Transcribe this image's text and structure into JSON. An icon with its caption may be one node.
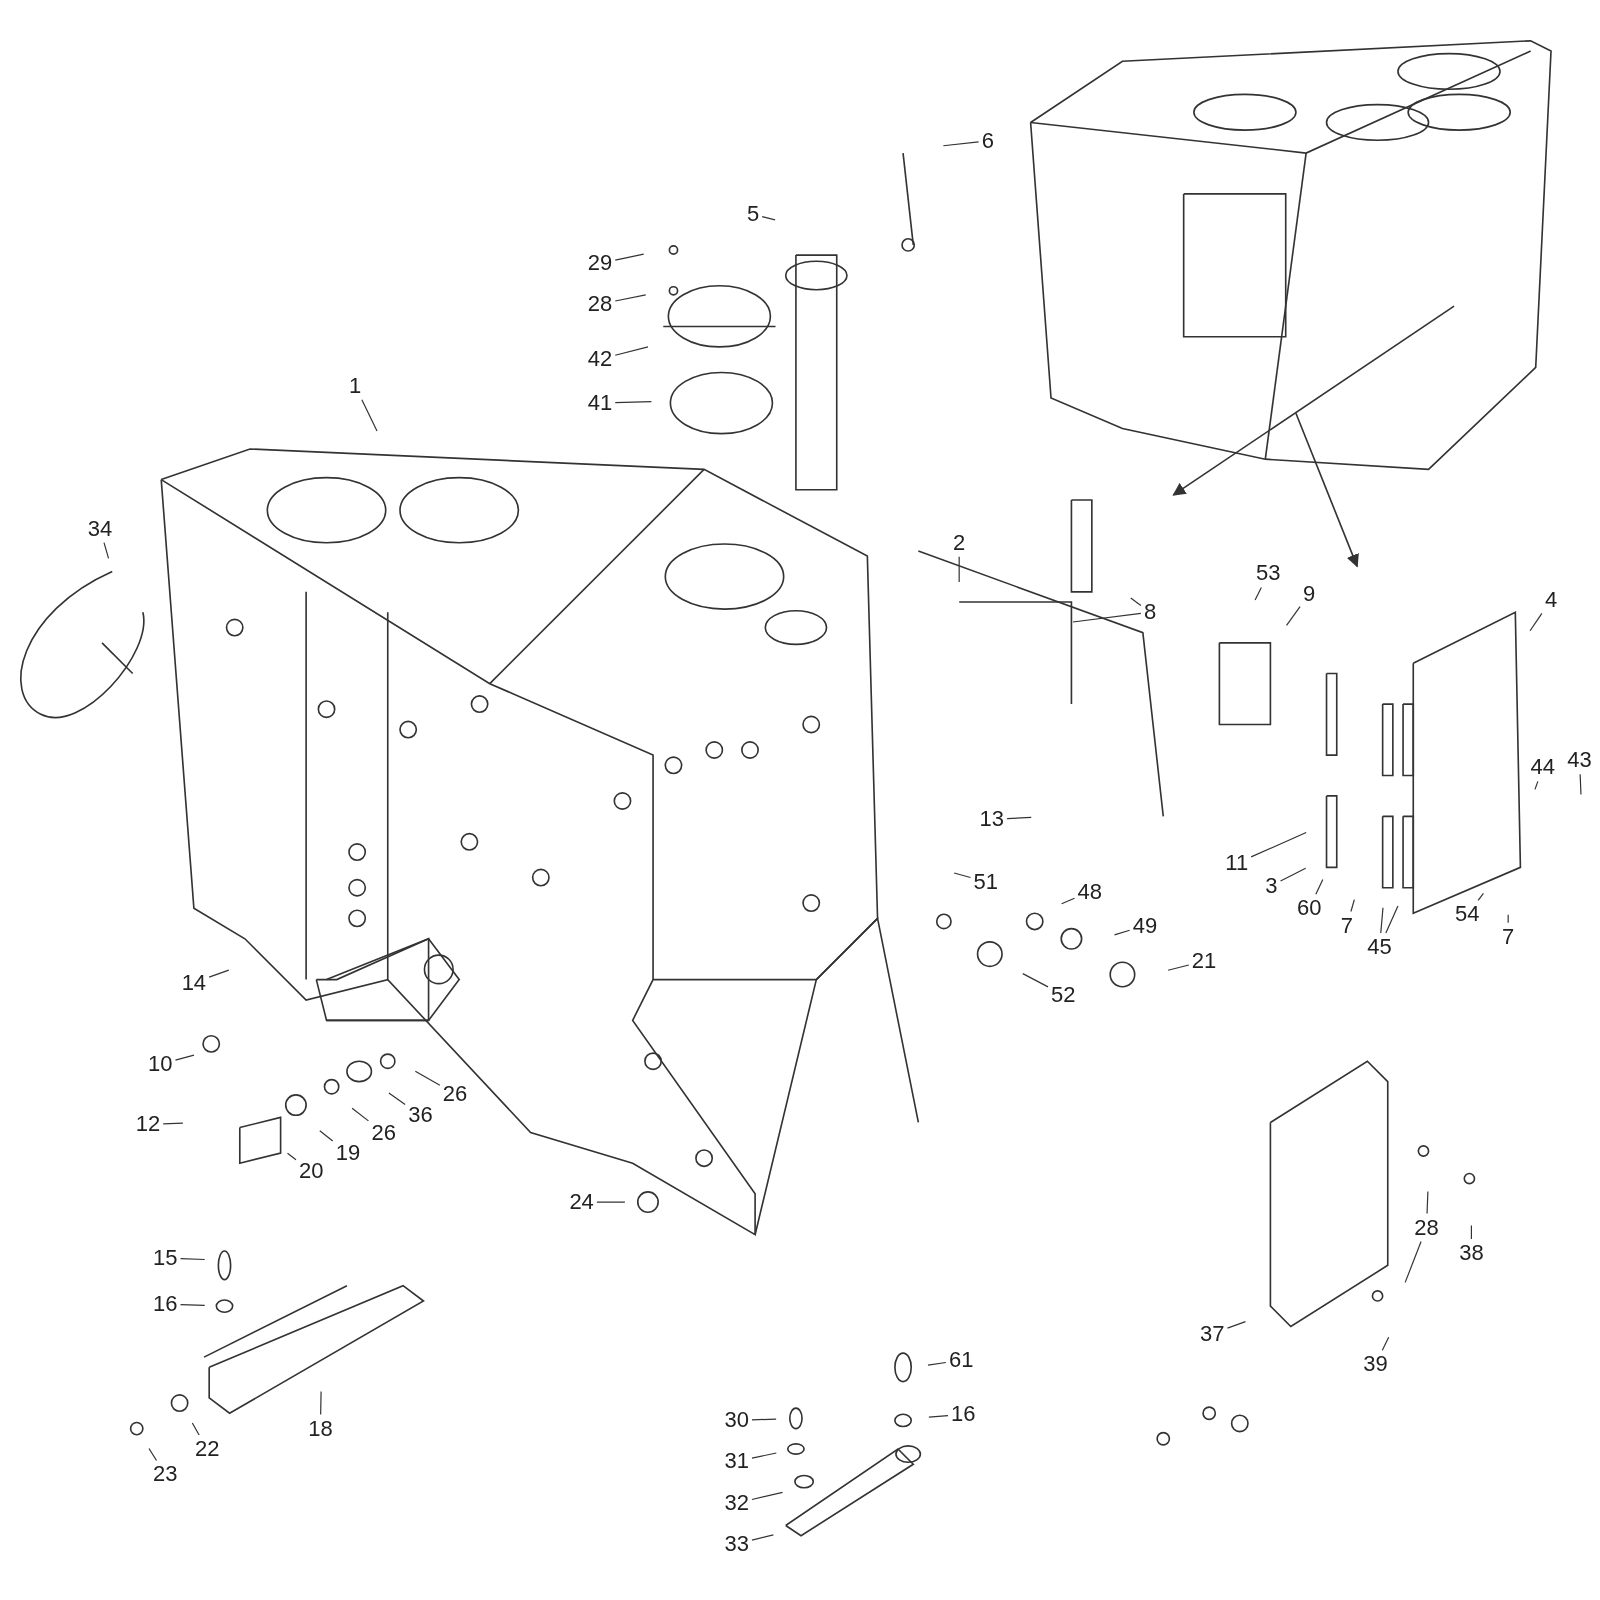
{
  "diagram": {
    "nodes": [
      {
        "text": [
          "6"
        ]
      },
      {
        "text": [
          "5"
        ]
      },
      {
        "text": [
          "29"
        ]
      },
      {
        "text": [
          "28"
        ]
      },
      {
        "text": [
          "42"
        ]
      },
      {
        "text": [
          "41"
        ]
      },
      {
        "text": [
          "1"
        ]
      },
      {
        "text": [
          "34"
        ]
      },
      {
        "text": [
          "2"
        ]
      },
      {
        "text": [
          "53"
        ]
      },
      {
        "text": [
          "9"
        ]
      },
      {
        "text": [
          "4"
        ]
      },
      {
        "text": [
          "8"
        ]
      },
      {
        "text": [
          "44"
        ]
      },
      {
        "text": [
          "43"
        ]
      },
      {
        "text": [
          "13"
        ]
      },
      {
        "text": [
          "11"
        ]
      },
      {
        "text": [
          "3"
        ]
      },
      {
        "text": [
          "60"
        ]
      },
      {
        "text": [
          "7"
        ]
      },
      {
        "text": [
          "45"
        ]
      },
      {
        "text": [
          "54"
        ]
      },
      {
        "text": [
          "7"
        ]
      },
      {
        "text": [
          "51"
        ]
      },
      {
        "text": [
          "48"
        ]
      },
      {
        "text": [
          "49"
        ]
      },
      {
        "text": [
          "21"
        ]
      },
      {
        "text": [
          "52"
        ]
      },
      {
        "text": [
          "14"
        ]
      },
      {
        "text": [
          "10"
        ]
      },
      {
        "text": [
          "26"
        ]
      },
      {
        "text": [
          "36"
        ]
      },
      {
        "text": [
          "26"
        ]
      },
      {
        "text": [
          "12"
        ]
      },
      {
        "text": [
          "19"
        ]
      },
      {
        "text": [
          "20"
        ]
      },
      {
        "text": [
          "24"
        ]
      },
      {
        "text": [
          "28"
        ]
      },
      {
        "text": [
          "38"
        ]
      },
      {
        "text": [
          "15"
        ]
      },
      {
        "text": [
          "16"
        ]
      },
      {
        "text": [
          "37"
        ]
      },
      {
        "text": [
          "18"
        ]
      },
      {
        "text": [
          "39"
        ]
      },
      {
        "text": [
          "22"
        ]
      },
      {
        "text": [
          "23"
        ]
      },
      {
        "text": [
          "61"
        ]
      },
      {
        "text": [
          "30"
        ]
      },
      {
        "text": [
          "16"
        ]
      },
      {
        "text": [
          "31"
        ]
      },
      {
        "text": [
          "32"
        ]
      },
      {
        "text": [
          "33"
        ]
      }
    ],
    "edges": [
      {
        "from": 0,
        "to": null,
        "arrow": "none"
      },
      {
        "from": 1,
        "to": null,
        "arrow": "none"
      },
      {
        "from": 2,
        "to": null,
        "arrow": "none"
      },
      {
        "from": 3,
        "to": null,
        "arrow": "none"
      },
      {
        "from": 4,
        "to": null,
        "arrow": "none"
      },
      {
        "from": 5,
        "to": null,
        "arrow": "none"
      },
      {
        "from": 6,
        "to": null,
        "arrow": "none"
      },
      {
        "from": 7,
        "to": null,
        "arrow": "none"
      },
      {
        "from": 8,
        "to": null,
        "arrow": "none"
      },
      {
        "from": 9,
        "to": null,
        "arrow": "none"
      },
      {
        "from": 10,
        "to": null,
        "arrow": "none"
      },
      {
        "from": 11,
        "to": null,
        "arrow": "none"
      },
      {
        "from": 12,
        "to": null,
        "arrow": "none"
      },
      {
        "from": 12,
        "to": null,
        "arrow": "none"
      },
      {
        "from": 13,
        "to": null,
        "arrow": "none"
      },
      {
        "from": 14,
        "to": null,
        "arrow": "none"
      },
      {
        "from": 15,
        "to": null,
        "arrow": "none"
      },
      {
        "from": 16,
        "to": null,
        "arrow": "none"
      },
      {
        "from": 17,
        "to": null,
        "arrow": "none"
      },
      {
        "from": 18,
        "to": null,
        "arrow": "none"
      },
      {
        "from": 19,
        "to": null,
        "arrow": "none"
      },
      {
        "from": 20,
        "to": null,
        "arrow": "none"
      },
      {
        "from": 20,
        "to": null,
        "arrow": "none"
      },
      {
        "from": 21,
        "to": null,
        "arrow": "none"
      },
      {
        "from": 22,
        "to": null,
        "arrow": "none"
      },
      {
        "from": 23,
        "to": null,
        "arrow": "none"
      },
      {
        "from": 24,
        "to": null,
        "arrow": "none"
      },
      {
        "from": 25,
        "to": null,
        "arrow": "none"
      },
      {
        "from": 26,
        "to": null,
        "arrow": "none"
      },
      {
        "from": 27,
        "to": null,
        "arrow": "none"
      },
      {
        "from": 28,
        "to": null,
        "arrow": "none"
      },
      {
        "from": 29,
        "to": null,
        "arrow": "none"
      },
      {
        "from": 30,
        "to": null,
        "arrow": "none"
      },
      {
        "from": 31,
        "to": null,
        "arrow": "none"
      },
      {
        "from": 32,
        "to": null,
        "arrow": "none"
      },
      {
        "from": 33,
        "to": null,
        "arrow": "none"
      },
      {
        "from": 34,
        "to": null,
        "arrow": "none"
      },
      {
        "from": 35,
        "to": null,
        "arrow": "none"
      },
      {
        "from": 36,
        "to": null,
        "arrow": "none"
      },
      {
        "from": 37,
        "to": null,
        "arrow": "none"
      },
      {
        "from": 37,
        "to": null,
        "arrow": "none"
      },
      {
        "from": 38,
        "to": null,
        "arrow": "none"
      },
      {
        "from": 39,
        "to": null,
        "arrow": "none"
      },
      {
        "from": 40,
        "to": null,
        "arrow": "none"
      },
      {
        "from": 41,
        "to": null,
        "arrow": "none"
      },
      {
        "from": 42,
        "to": null,
        "arrow": "none"
      },
      {
        "from": 43,
        "to": null,
        "arrow": "none"
      },
      {
        "from": 44,
        "to": null,
        "arrow": "none"
      },
      {
        "from": 45,
        "to": null,
        "arrow": "none"
      },
      {
        "from": 46,
        "to": null,
        "arrow": "none"
      },
      {
        "from": 47,
        "to": null,
        "arrow": "none"
      },
      {
        "from": 48,
        "to": null,
        "arrow": "none"
      },
      {
        "from": 49,
        "to": null,
        "arrow": "none"
      },
      {
        "from": 50,
        "to": null,
        "arrow": "none"
      },
      {
        "from": 51,
        "to": null,
        "arrow": "none"
      }
    ]
  }
}
